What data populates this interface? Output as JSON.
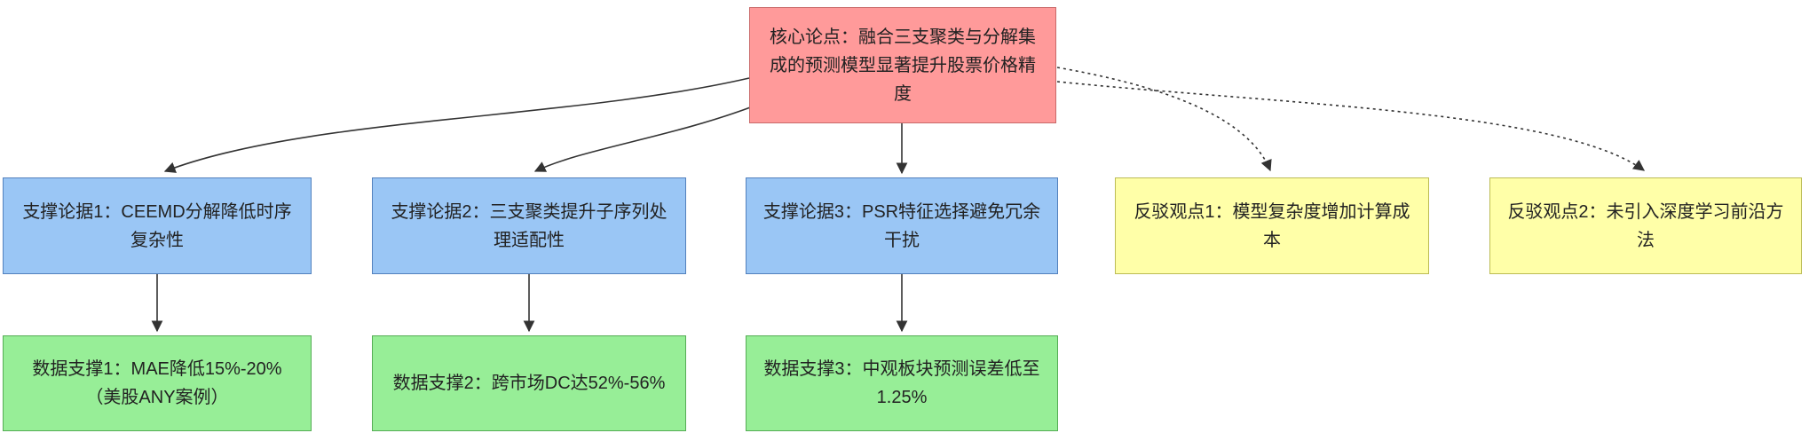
{
  "diagram": {
    "type": "argument-flowchart",
    "colors": {
      "core_fill": "#ff9a9a",
      "support_fill": "#9ac6f5",
      "rebuttal_fill": "#ffffa8",
      "data_fill": "#97ee97",
      "edge": "#333333"
    },
    "nodes": {
      "core": {
        "label": "核心论点：融合三支聚类与分解集成的预测模型显著提升股票价格精度"
      },
      "supports": [
        {
          "label": "支撑论据1：CEEMD分解降低时序复杂性"
        },
        {
          "label": "支撑论据2：三支聚类提升子序列处理适配性"
        },
        {
          "label": "支撑论据3：PSR特征选择避免冗余干扰"
        }
      ],
      "rebuttals": [
        {
          "label": "反驳观点1：模型复杂度增加计算成本"
        },
        {
          "label": "反驳观点2：未引入深度学习前沿方法"
        }
      ],
      "data_supports": [
        {
          "label": "数据支撑1：MAE降低15%-20%（美股ANY案例）"
        },
        {
          "label": "数据支撑2：跨市场DC达52%-56%"
        },
        {
          "label": "数据支撑3：中观板块预测误差低至1.25%"
        }
      ]
    },
    "edges": [
      {
        "from": "core",
        "to": "support-1",
        "style": "solid"
      },
      {
        "from": "core",
        "to": "support-2",
        "style": "solid"
      },
      {
        "from": "core",
        "to": "support-3",
        "style": "solid"
      },
      {
        "from": "core",
        "to": "rebuttal-1",
        "style": "dotted"
      },
      {
        "from": "core",
        "to": "rebuttal-2",
        "style": "dotted"
      },
      {
        "from": "support-1",
        "to": "data-support-1",
        "style": "solid"
      },
      {
        "from": "support-2",
        "to": "data-support-2",
        "style": "solid"
      },
      {
        "from": "support-3",
        "to": "data-support-3",
        "style": "solid"
      }
    ]
  }
}
